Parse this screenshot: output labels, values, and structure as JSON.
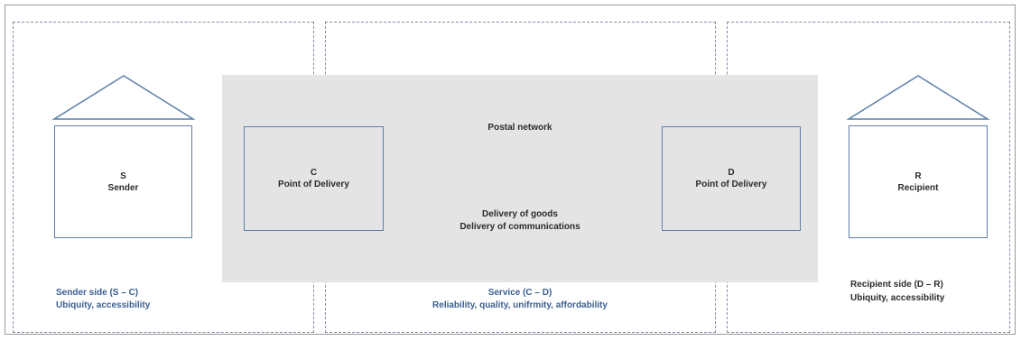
{
  "network": {
    "title": "Postal network",
    "delivery_line1": "Delivery of goods",
    "delivery_line2": "Delivery of communications"
  },
  "nodes": {
    "sender": {
      "letter": "S",
      "label": "Sender"
    },
    "point_c": {
      "letter": "C",
      "label": "Point of Delivery"
    },
    "point_d": {
      "letter": "D",
      "label": "Point of Delivery"
    },
    "recipient": {
      "letter": "R",
      "label": "Recipient"
    }
  },
  "zones": {
    "sender_side": {
      "title": "Sender side (S – C)",
      "subtitle": "Ubiquity, accessibility"
    },
    "service": {
      "title": "Service (C – D)",
      "subtitle": "Reliability, quality, unifrmity, affordability"
    },
    "recipient_side": {
      "title": "Recipient side (D – R)",
      "subtitle": "Ubiquity, accessibility"
    }
  },
  "colors": {
    "accent_text": "#3a5f91",
    "box_border": "#5b7fa9",
    "network_fill": "#e4e4e4"
  }
}
